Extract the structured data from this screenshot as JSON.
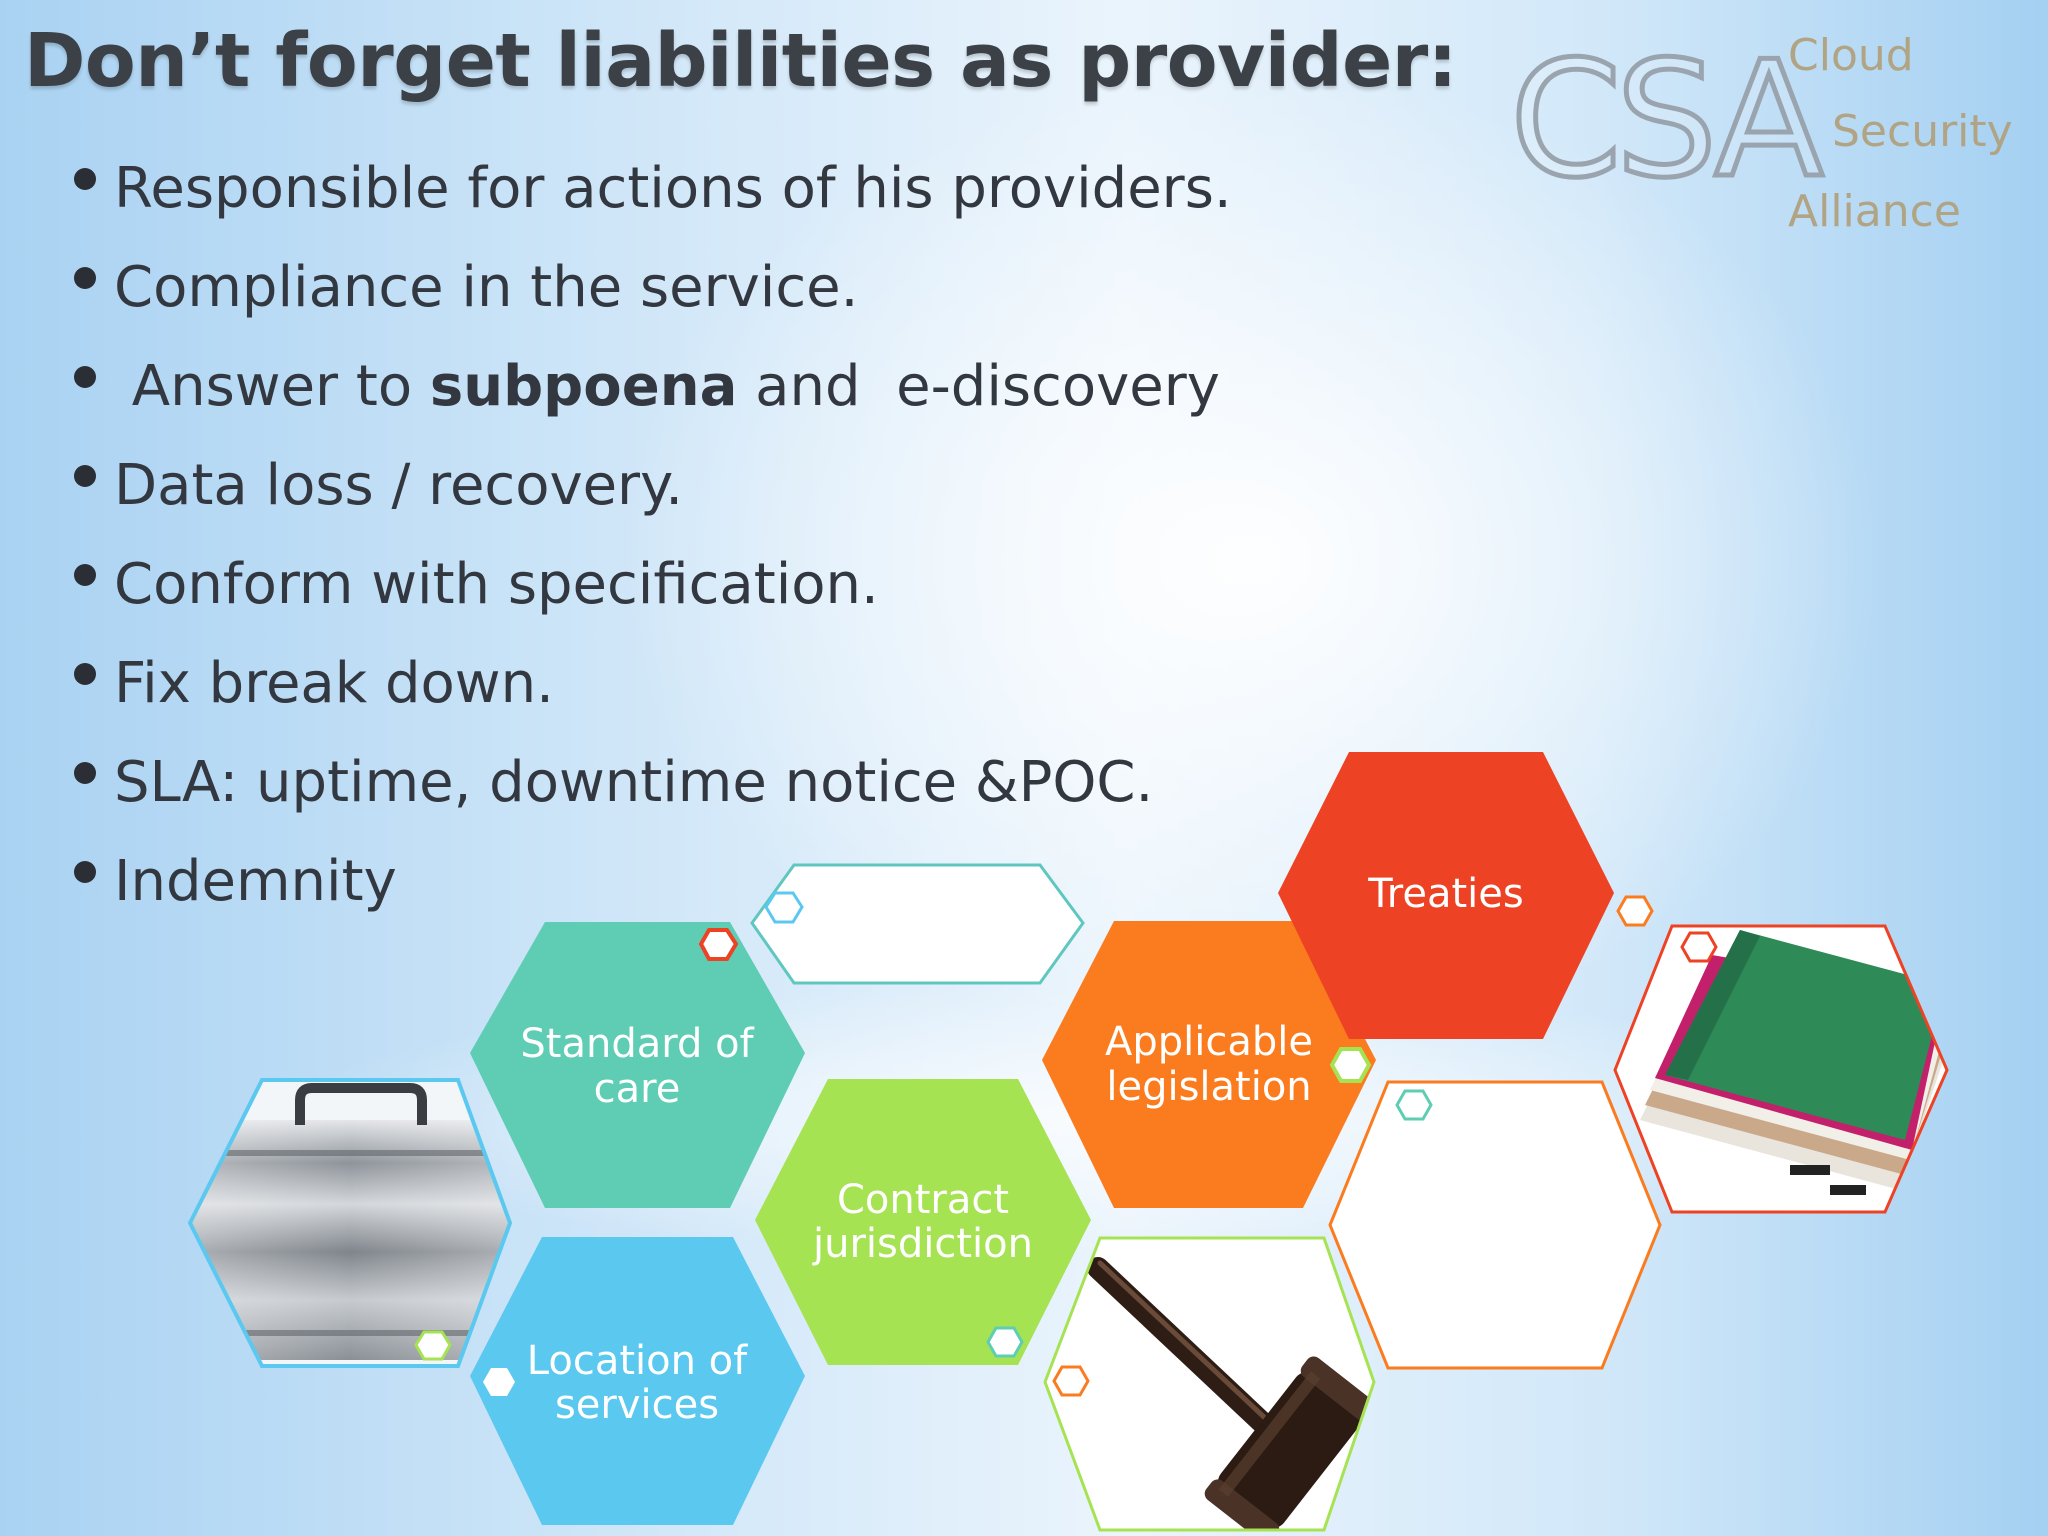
{
  "slide": {
    "title": "Don’t forget liabilities as provider:",
    "bullets": [
      "Responsible for actions of his providers.",
      "Compliance in the service.",
      {
        "pre": " Answer to ",
        "bold": "subpoena",
        "post": " and  e-discovery"
      },
      "Data loss / recovery.",
      "Conform with specification.",
      "Fix break down.",
      "SLA: uptime, downtime notice &POC.",
      "Indemnity"
    ]
  },
  "logo": {
    "mark": "CSA",
    "words": [
      "Cloud",
      "Security",
      "Alliance"
    ]
  },
  "hexes": {
    "standard_of_care": [
      "Standard of",
      "care"
    ],
    "location_of_services": [
      "Location of",
      "services"
    ],
    "contract_jurisdiction": [
      "Contract",
      "jurisdiction"
    ],
    "applicable_legislation": [
      "Applicable",
      "legislation"
    ],
    "treaties": [
      "Treaties"
    ]
  },
  "colors": {
    "teal": "#5ecdb4",
    "sky": "#5bc8f0",
    "lime": "#a6e353",
    "orange": "#fb7b1f",
    "red": "#ee4224",
    "title_text": "#3c4148",
    "body_text": "#333840"
  },
  "images": [
    "briefcase-image",
    "gavel-image",
    "folders-image"
  ]
}
